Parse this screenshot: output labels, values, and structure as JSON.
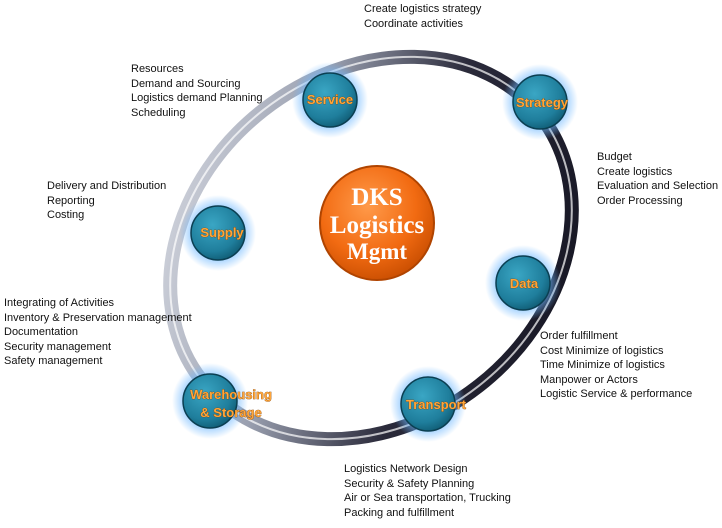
{
  "center": {
    "line1": "DKS",
    "line2": "Logistics",
    "line3": "Mgmt"
  },
  "nodes": {
    "service": {
      "label": "Service"
    },
    "strategy": {
      "label": "Strategy"
    },
    "supply": {
      "label": "Supply"
    },
    "data": {
      "label": "Data"
    },
    "warehousing": {
      "label_line1": "Warehousing",
      "label_line2": "& Storage"
    },
    "transport": {
      "label": "Transport"
    }
  },
  "notes": {
    "strategy": [
      "Create logistics strategy",
      "Coordinate activities"
    ],
    "service": [
      "Resources",
      "Demand and Sourcing",
      "Logistics demand Planning",
      "Scheduling"
    ],
    "data": [
      "Budget",
      "Create logistics",
      "Evaluation and Selection",
      "Order Processing"
    ],
    "supply": [
      "Delivery and Distribution",
      "Reporting",
      "Costing"
    ],
    "warehousing": [
      "Integrating of Activities",
      "Inventory & Preservation management",
      "Documentation",
      "Security management",
      "Safety management"
    ],
    "transport_right": [
      "Order fulfillment",
      "Cost Minimize of logistics",
      "Time Minimize of logistics",
      "Manpower or Actors",
      "Logistic Service & performance"
    ],
    "transport_bottom": [
      "Logistics Network Design",
      "Security & Safety Planning",
      "Air or Sea transportation, Trucking",
      "Packing and fulfillment"
    ]
  },
  "colors": {
    "node_fill": "#1f7e9c",
    "node_glow": "#6fb8ff",
    "node_label": "#ffa63a",
    "center_fill": "#f26b12",
    "ring_dark": "#1a1a2e",
    "ring_light": "#c9ccd6"
  }
}
